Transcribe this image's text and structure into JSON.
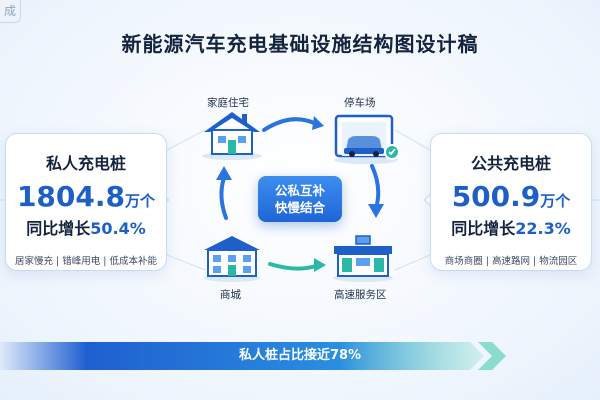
{
  "title": "新能源汽车充电基础设施结构图设计稿",
  "logo_text": "成",
  "private_card": {
    "title": "私人充电桩",
    "value": "1804.8",
    "unit": "万个",
    "growth_label": "同比增长",
    "growth_value": "50.4%",
    "tags": "居家慢充 | 错峰用电 | 低成本补能"
  },
  "public_card": {
    "title": "公共充电桩",
    "value": "500.9",
    "unit": "万个",
    "growth_label": "同比增长",
    "growth_value": "22.3%",
    "tags": "商场商圈 | 高速路网 | 物流园区"
  },
  "nodes": {
    "home": "家庭住宅",
    "parking": "停车场",
    "mall": "商城",
    "service": "高速服务区"
  },
  "center": {
    "line1": "公私互补",
    "line2": "快慢结合"
  },
  "banner": "私人桩占比接近78%",
  "colors": {
    "primary_blue": "#1d5fc4",
    "teal": "#2bb8a6",
    "banner_start": "#1f5fd0",
    "banner_end": "#5fd3b8"
  }
}
